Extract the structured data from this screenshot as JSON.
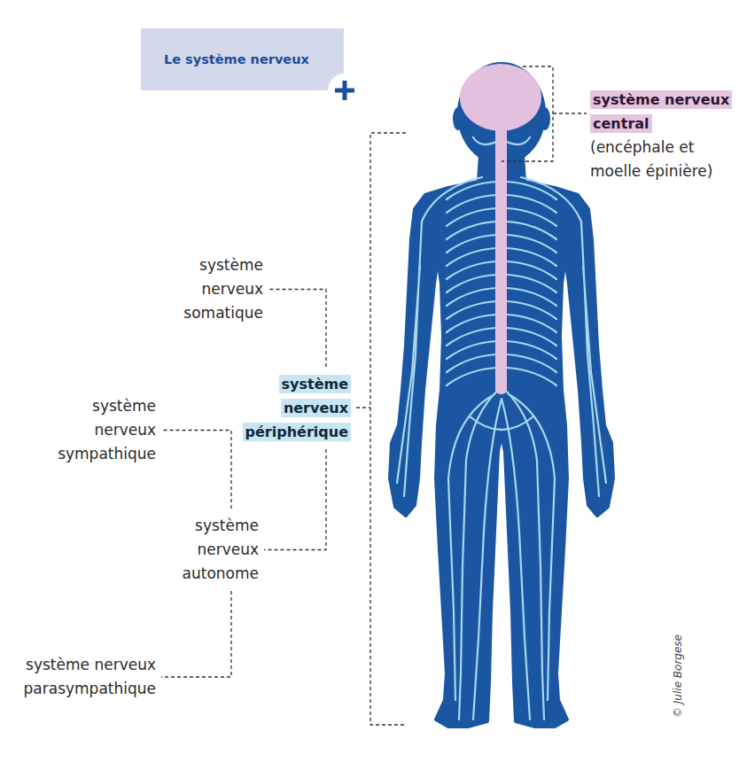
{
  "diagram": {
    "title": "Le système nerveux",
    "nodes": [
      {
        "text": [
          "système nerveux central",
          "(encéphale et moelle épinière)"
        ]
      },
      {
        "text": [
          "système nerveux somatique"
        ]
      },
      {
        "text": [
          "système nerveux périphérique"
        ]
      },
      {
        "text": [
          "système nerveux sympathique"
        ]
      },
      {
        "text": [
          "système nerveux autonome"
        ]
      },
      {
        "text": [
          "système nerveux parasympathique"
        ]
      }
    ],
    "edges": [
      {
        "from": 2,
        "to": 1,
        "arrow": "none"
      },
      {
        "from": 2,
        "to": 4,
        "arrow": "none"
      },
      {
        "from": 4,
        "to": 3,
        "arrow": "none"
      },
      {
        "from": 4,
        "to": 5,
        "arrow": "none"
      }
    ],
    "labels": [
      "© Julie Borgese"
    ]
  }
}
